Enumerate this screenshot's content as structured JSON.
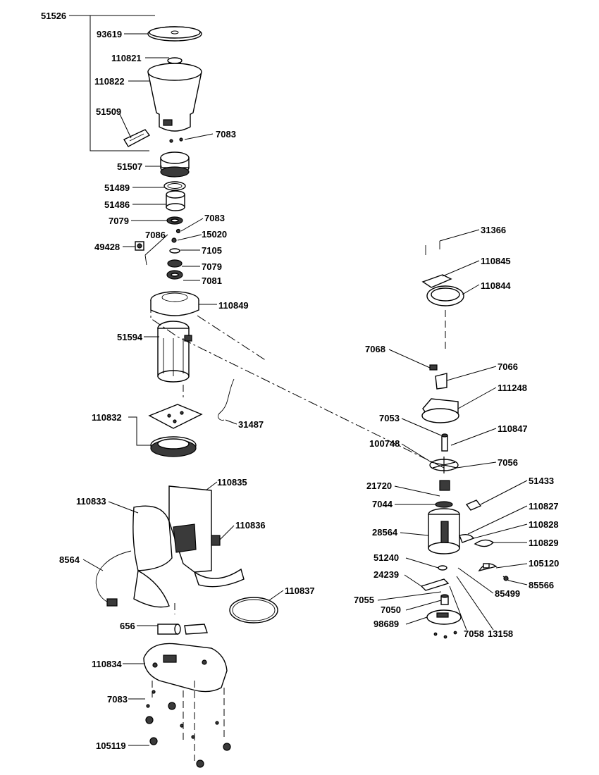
{
  "labels": {
    "l51526": "51526",
    "l93619": "93619",
    "l110821": "110821",
    "l110822": "110822",
    "l51509": "51509",
    "l7083a": "7083",
    "l51507": "51507",
    "l51489": "51489",
    "l51486": "51486",
    "l7079a": "7079",
    "l7083b": "7083",
    "l7086": "7086",
    "l15020": "15020",
    "l49428": "49428",
    "l7105": "7105",
    "l7079b": "7079",
    "l7081": "7081",
    "l110849": "110849",
    "l51594": "51594",
    "l110832": "110832",
    "l31487": "31487",
    "l110835": "110835",
    "l110833": "110833",
    "l110836": "110836",
    "l8564": "8564",
    "l110837": "110837",
    "l656": "656",
    "l110834": "110834",
    "l7083c": "7083",
    "l105119": "105119",
    "l31366": "31366",
    "l110845": "110845",
    "l110844": "110844",
    "l7068": "7068",
    "l7066": "7066",
    "l111248": "111248",
    "l7053": "7053",
    "l110847": "110847",
    "l100748": "100748",
    "l7056": "7056",
    "l21720": "21720",
    "l51433": "51433",
    "l7044": "7044",
    "l110827": "110827",
    "l110828": "110828",
    "l28564": "28564",
    "l110829": "110829",
    "l51240": "51240",
    "l105120": "105120",
    "l24239": "24239",
    "l85566": "85566",
    "l85499": "85499",
    "l7055": "7055",
    "l7050": "7050",
    "l98689": "98689",
    "l7058": "7058",
    "l13158": "13158"
  }
}
